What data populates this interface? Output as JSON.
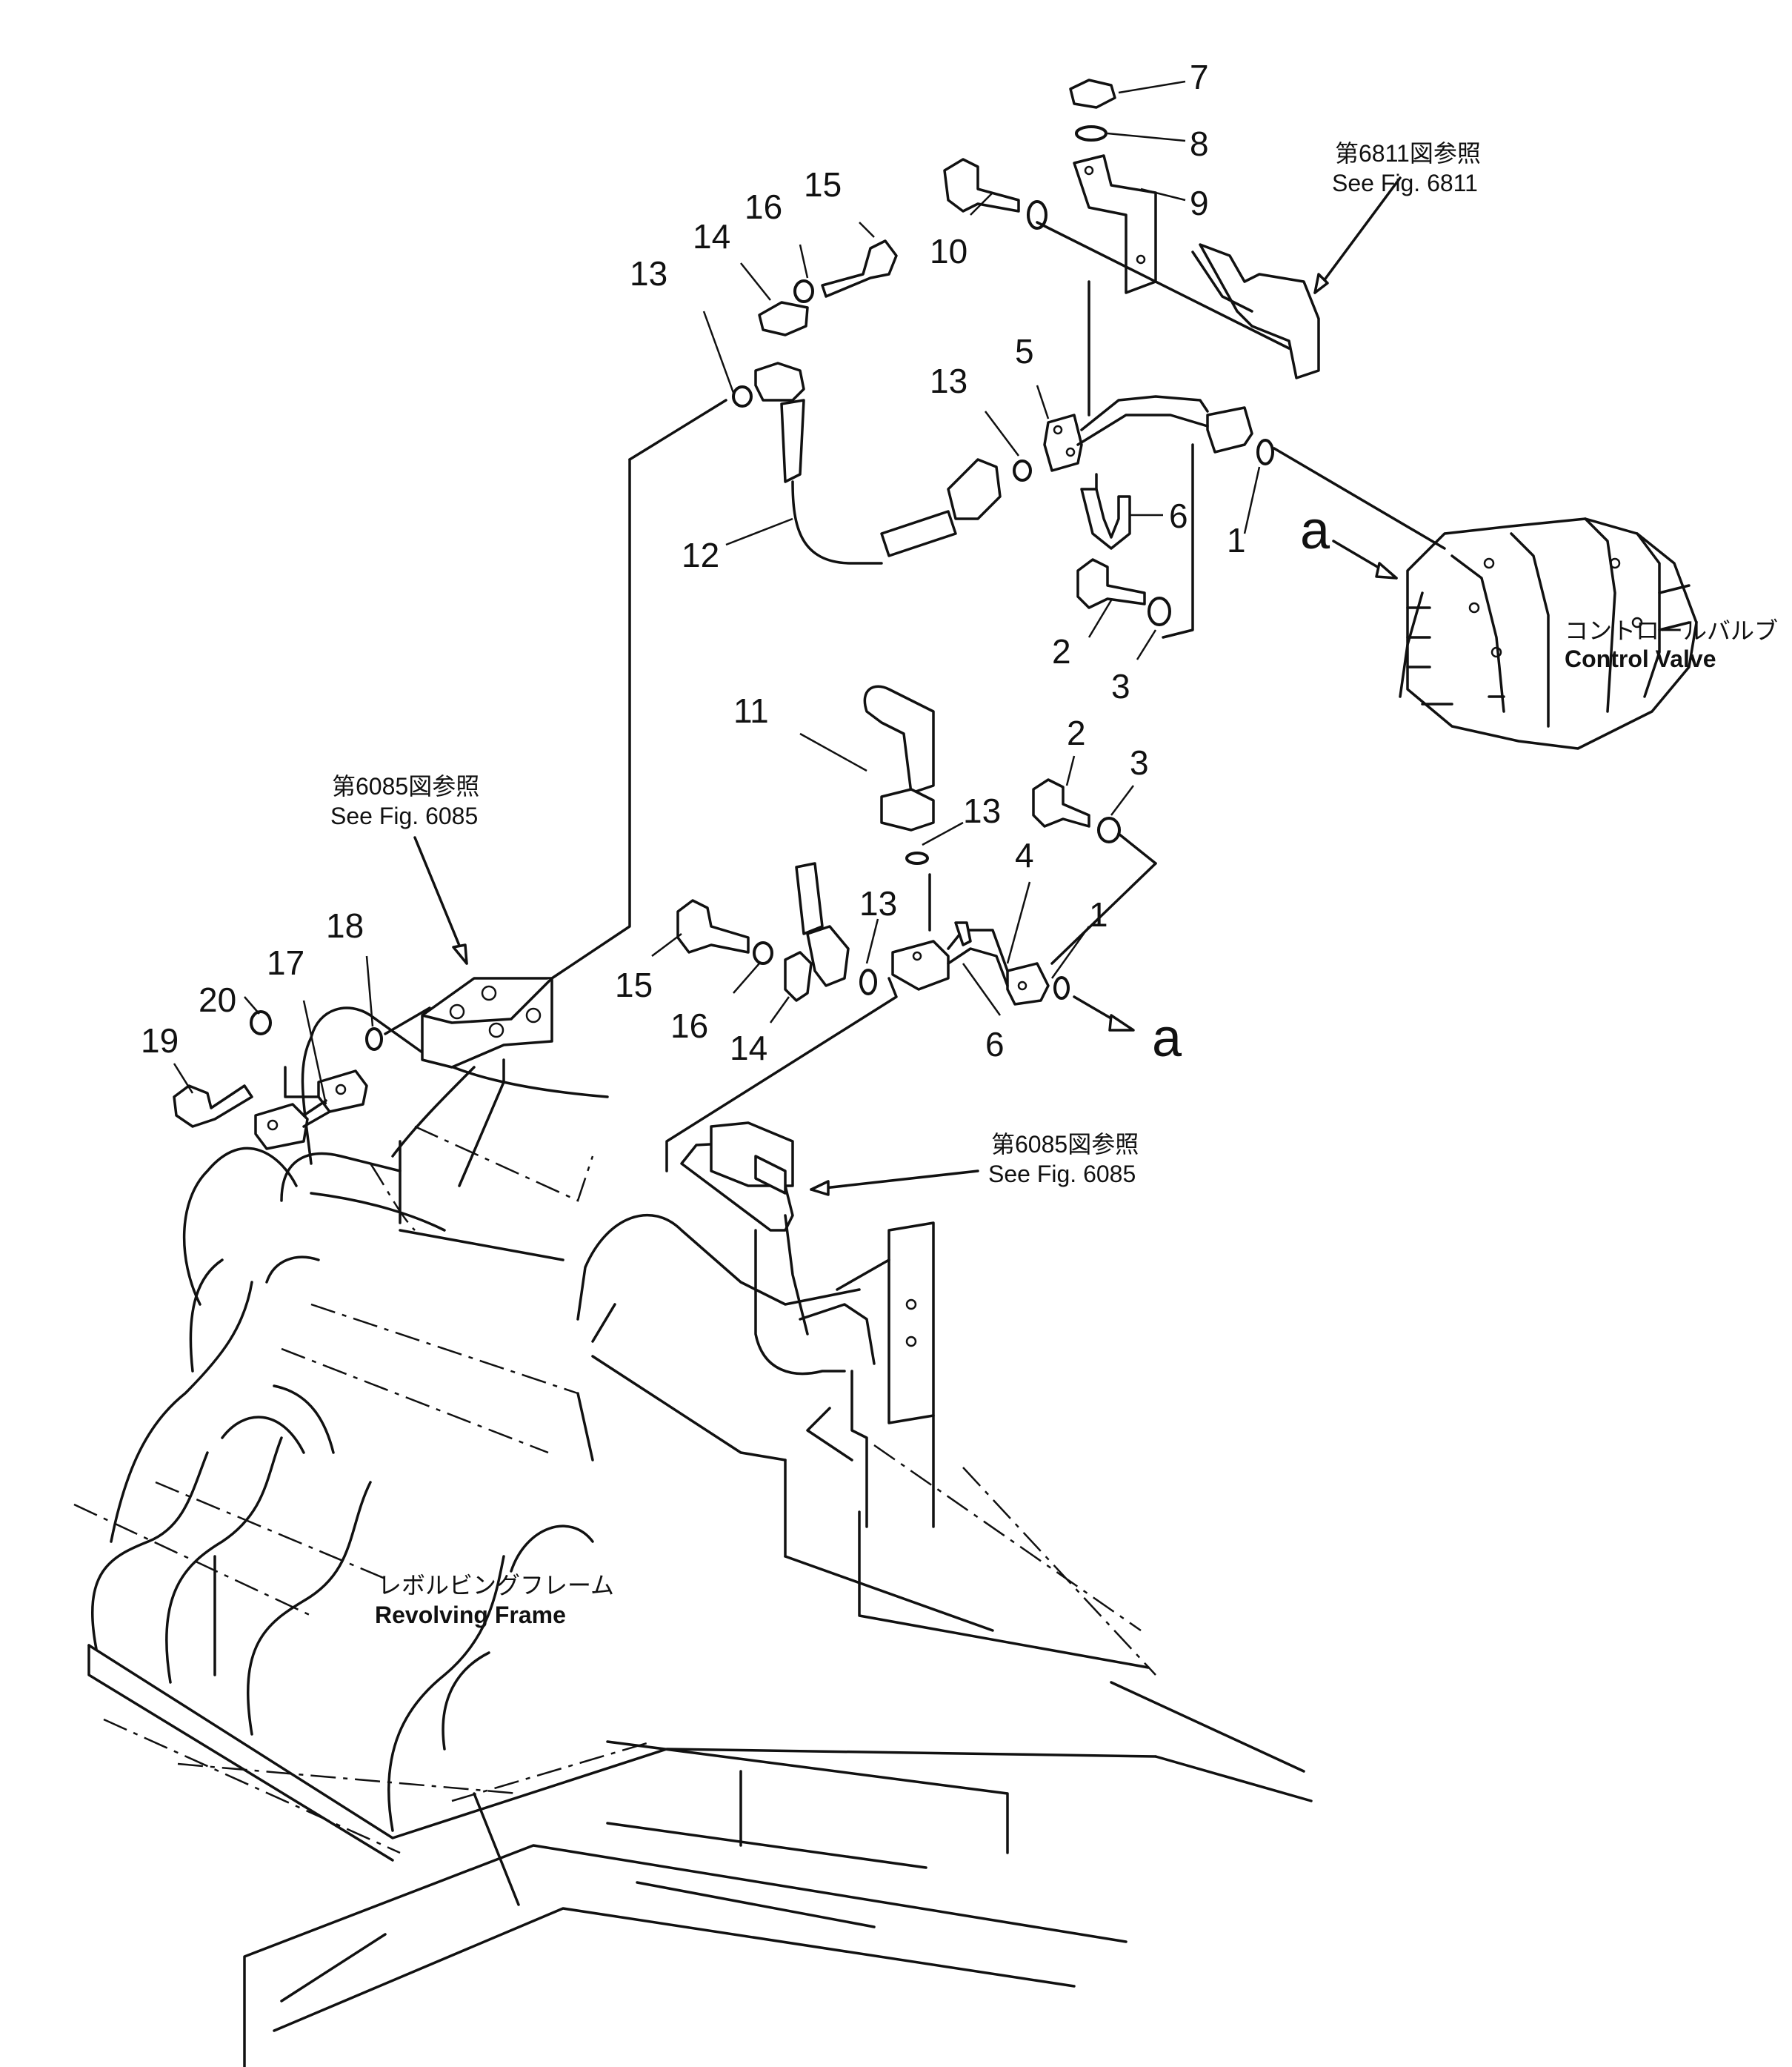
{
  "callouts": {
    "n1a": "1",
    "n1b": "1",
    "n2a": "2",
    "n2b": "2",
    "n3a": "3",
    "n3b": "3",
    "n4": "4",
    "n5": "5",
    "n6a": "6",
    "n6b": "6",
    "n7": "7",
    "n8": "8",
    "n9": "9",
    "n10": "10",
    "n11": "11",
    "n12": "12",
    "n13a": "13",
    "n13b": "13",
    "n13c": "13",
    "n13d": "13",
    "n14a": "14",
    "n14b": "14",
    "n15a": "15",
    "n15b": "15",
    "n16a": "16",
    "n16b": "16",
    "n17": "17",
    "n18": "18",
    "n19": "19",
    "n20": "20"
  },
  "connector": {
    "a_top": "a",
    "a_bottom": "a"
  },
  "refs": {
    "fig6811_jp": "第6811図参照",
    "fig6811_en": "See Fig. 6811",
    "fig6085_left_jp": "第6085図参照",
    "fig6085_left_en": "See Fig. 6085",
    "fig6085_right_jp": "第6085図参照",
    "fig6085_right_en": "See Fig. 6085"
  },
  "labels": {
    "control_valve_jp": "コントロールバルブ",
    "control_valve_en": "Control Valve",
    "revolving_frame_jp": "レボルビングフレーム",
    "revolving_frame_en": "Revolving Frame"
  }
}
